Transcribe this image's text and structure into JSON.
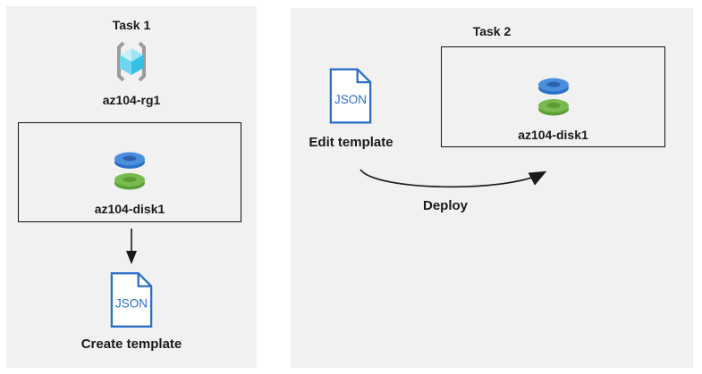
{
  "task1": {
    "title": "Task 1",
    "resource_group_label": "az104-rg1",
    "disk_label": "az104-disk1",
    "json_icon_text": "JSON",
    "create_template_label": "Create template"
  },
  "task2": {
    "title": "Task 2",
    "json_icon_text": "JSON",
    "edit_template_label": "Edit template",
    "disk_label": "az104-disk1",
    "deploy_label": "Deploy"
  },
  "colors": {
    "page_bg": "#ffffff",
    "panel_bg": "#f1f1f1",
    "box_border": "#111111",
    "text": "#1a1a1a",
    "arrow_black": "#1a1a1a",
    "json_blue": "#2b6fc7",
    "doc_fill": "#ffffff",
    "bracket_gray": "#9b9b9b",
    "cube_top_left": "#c6f1fb",
    "cube_top_right": "#9de4f6",
    "cube_bottom_left": "#6fd6f0",
    "cube_bottom_right": "#35c1e6",
    "disk_blue_top": "#4a8ede",
    "disk_blue_side": "#2c6fc6",
    "disk_blue_hole": "#2d63ad",
    "disk_green_top": "#79ba4d",
    "disk_green_side": "#5b9e36",
    "disk_green_hole": "#5e9a33"
  }
}
